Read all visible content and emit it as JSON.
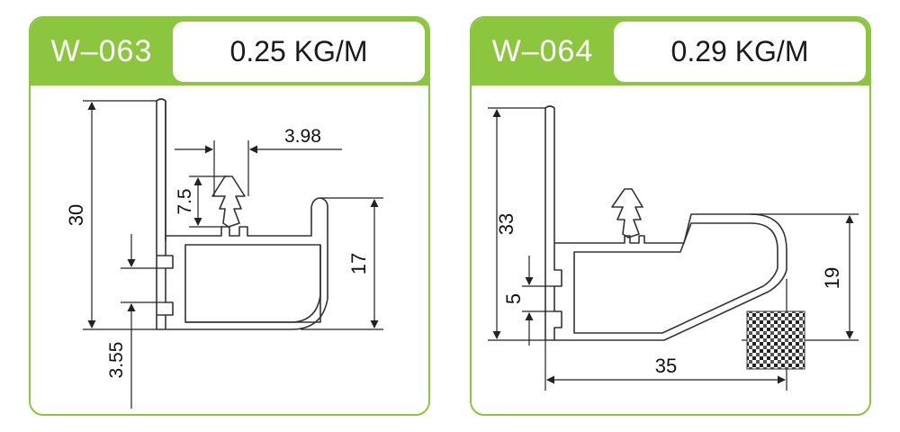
{
  "profiles": [
    {
      "code": "W–063",
      "weight": "0.25 KG/M",
      "dimensions": {
        "height": "30",
        "lip_height": "17",
        "slot_width": "3.98",
        "slot_depth": "7.5",
        "base_gap": "3.55"
      }
    },
    {
      "code": "W–064",
      "weight": "0.29 KG/M",
      "dimensions": {
        "height": "33",
        "lip_height": "19",
        "slot_gap": "5",
        "width": "35"
      }
    }
  ],
  "colors": {
    "accent": "#8cc63f",
    "line": "#333333"
  }
}
